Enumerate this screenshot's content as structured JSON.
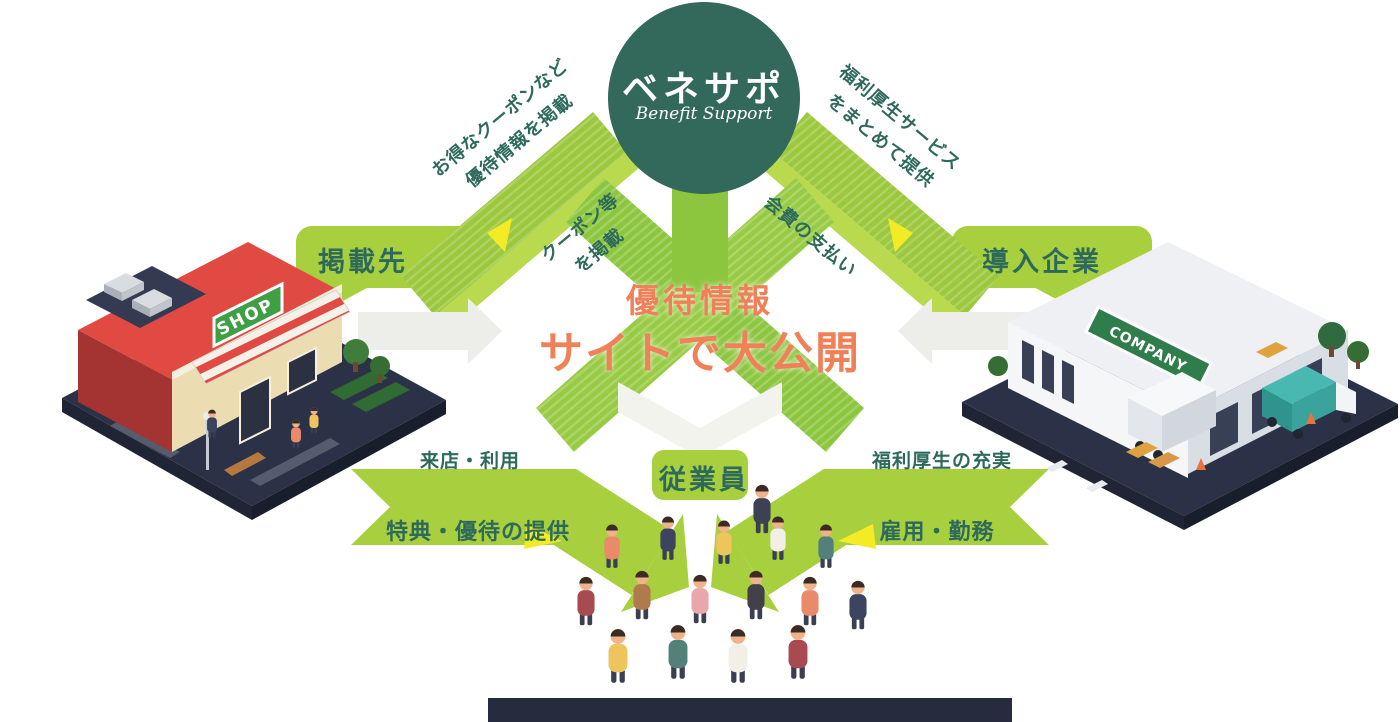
{
  "logo": {
    "name": "ベネサポ",
    "tagline": "Benefit Support"
  },
  "entities": {
    "partner": {
      "label": "掲載先"
    },
    "company": {
      "label": "導入企業"
    },
    "employees": {
      "label": "従業員"
    }
  },
  "center": {
    "line1": "優待情報",
    "line2": "サイトで大公開"
  },
  "flows": {
    "partner_to_service": {
      "line1": "お得なクーポンなど",
      "line2": "優待情報を掲載"
    },
    "coupon_listing": {
      "line1": "クーポン等",
      "line2": "を掲載"
    },
    "service_to_company": {
      "line1": "福利厚生サービス",
      "line2": "をまとめて提供"
    },
    "company_fee": {
      "label": "会費の支払い"
    },
    "visit_use": {
      "label": "来店・利用"
    },
    "benefit_offer": {
      "label": "特典・優待の提供"
    },
    "welfare_enrichment": {
      "label": "福利厚生の充実"
    },
    "employment": {
      "label": "雇用・勤務"
    }
  },
  "signs": {
    "shop": "SHOP",
    "company_building": "COMPANY"
  },
  "colors": {
    "brand_teal": "#33695a",
    "text_teal": "#2e6a5b",
    "arrow_green": "#9bc83c",
    "arrow_green_light": "#a7cf3e",
    "accent_yellow": "#f4eb27",
    "accent_orange": "#f08057",
    "platform_navy": "#2b3146",
    "shop_red": "#e04a43",
    "shop_sign_green": "#3f9f45",
    "company_sign_green": "#2e7d4a"
  }
}
